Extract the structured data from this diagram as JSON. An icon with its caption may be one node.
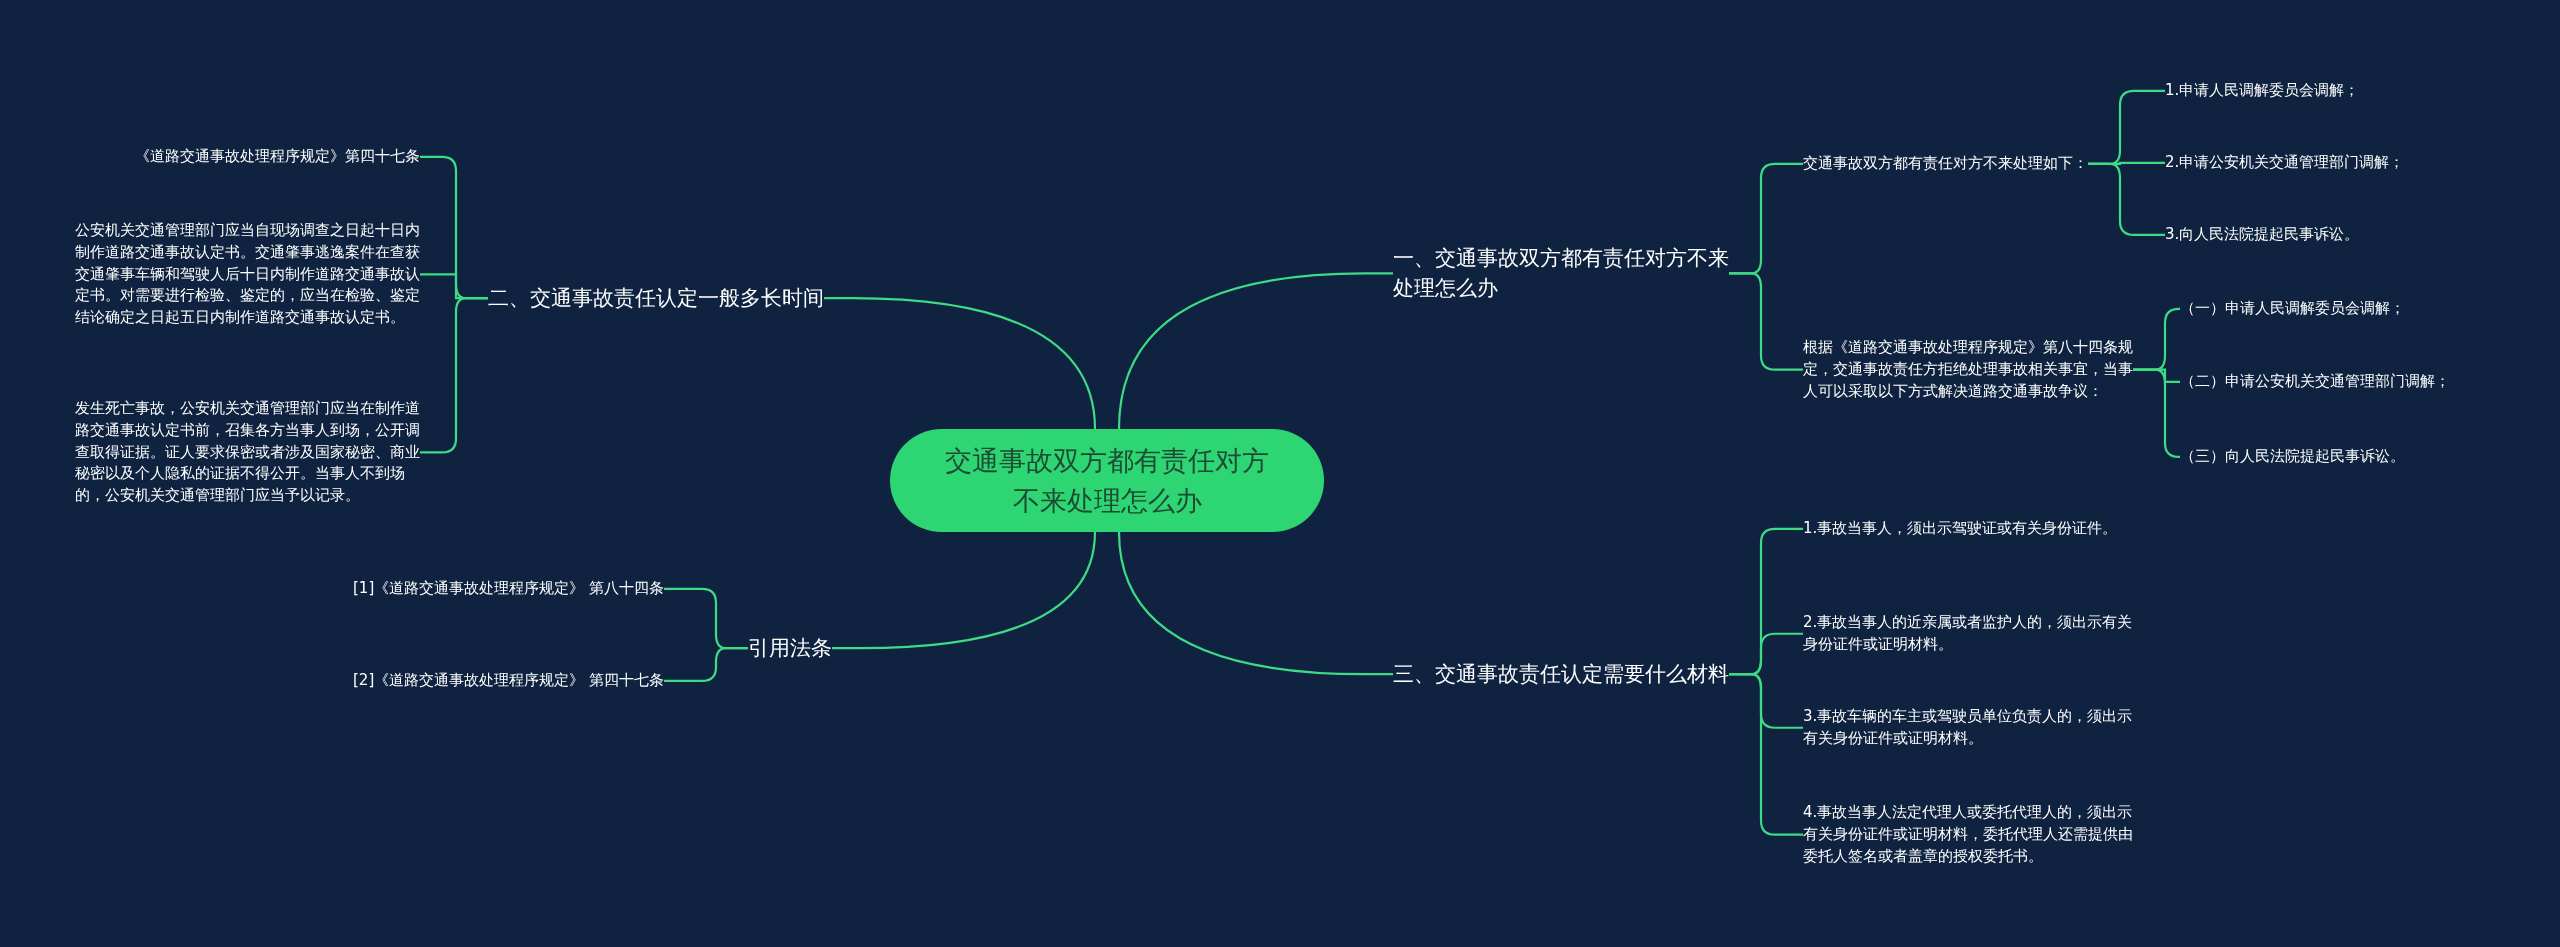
{
  "diagram": {
    "nodes": [
      {
        "text": [
          "交通事故双方都有责任对方不来处理怎么办"
        ]
      },
      {
        "text": [
          "一、交通事故双方都有责任对方不来处理怎么办"
        ]
      },
      {
        "text": [
          "交通事故双方都有责任对方不来处理如下："
        ]
      },
      {
        "text": [
          "1.申请人民调解委员会调解；"
        ]
      },
      {
        "text": [
          "2.申请公安机关交通管理部门调解；"
        ]
      },
      {
        "text": [
          "3.向人民法院提起民事诉讼。"
        ]
      },
      {
        "text": [
          "根据《道路交通事故处理程序规定》第八十四条规定，交通事故责任方拒绝处理事故相关事宜，当事人可以采取以下方式解决道路交通事故争议："
        ]
      },
      {
        "text": [
          "（一）申请人民调解委员会调解；"
        ]
      },
      {
        "text": [
          "（二）申请公安机关交通管理部门调解；"
        ]
      },
      {
        "text": [
          "（三）向人民法院提起民事诉讼。"
        ]
      },
      {
        "text": [
          "三、交通事故责任认定需要什么材料"
        ]
      },
      {
        "text": [
          "1.事故当事人，须出示驾驶证或有关身份证件。"
        ]
      },
      {
        "text": [
          "2.事故当事人的近亲属或者监护人的，须出示有关身份证件或证明材料。"
        ]
      },
      {
        "text": [
          "3.事故车辆的车主或驾驶员单位负责人的，须出示有关身份证件或证明材料。"
        ]
      },
      {
        "text": [
          "4.事故当事人法定代理人或委托代理人的，须出示有关身份证件或证明材料，委托代理人还需提供由委托人签名或者盖章的授权委托书。"
        ]
      },
      {
        "text": [
          "二、交通事故责任认定一般多长时间"
        ]
      },
      {
        "text": [
          "《道路交通事故处理程序规定》第四十七条"
        ]
      },
      {
        "text": [
          "公安机关交通管理部门应当自现场调查之日起十日内制作道路交通事故认定书。交通肇事逃逸案件在查获交通肇事车辆和驾驶人后十日内制作道路交通事故认定书。对需要进行检验、鉴定的，应当在检验、鉴定结论确定之日起五日内制作道路交通事故认定书。"
        ]
      },
      {
        "text": [
          "发生死亡事故，公安机关交通管理部门应当在制作道路交通事故认定书前，召集各方当事人到场，公开调查取得证据。证人要求保密或者涉及国家秘密、商业秘密以及个人隐私的证据不得公开。当事人不到场的，公安机关交通管理部门应当予以记录。"
        ]
      },
      {
        "text": [
          "引用法条"
        ]
      },
      {
        "text": [
          "[1]《道路交通事故处理程序规定》 第八十四条"
        ]
      },
      {
        "text": [
          "[2]《道路交通事故处理程序规定》 第四十七条"
        ]
      }
    ],
    "edges": [
      {
        "from": 0,
        "to": 1,
        "arrow": "none"
      },
      {
        "from": 1,
        "to": 2,
        "arrow": "none"
      },
      {
        "from": 2,
        "to": 3,
        "arrow": "none"
      },
      {
        "from": 2,
        "to": 4,
        "arrow": "none"
      },
      {
        "from": 2,
        "to": 5,
        "arrow": "none"
      },
      {
        "from": 1,
        "to": 6,
        "arrow": "none"
      },
      {
        "from": 6,
        "to": 7,
        "arrow": "none"
      },
      {
        "from": 6,
        "to": 8,
        "arrow": "none"
      },
      {
        "from": 6,
        "to": 9,
        "arrow": "none"
      },
      {
        "from": 0,
        "to": 10,
        "arrow": "none"
      },
      {
        "from": 10,
        "to": 11,
        "arrow": "none"
      },
      {
        "from": 10,
        "to": 12,
        "arrow": "none"
      },
      {
        "from": 10,
        "to": 13,
        "arrow": "none"
      },
      {
        "from": 10,
        "to": 14,
        "arrow": "none"
      },
      {
        "from": 0,
        "to": 15,
        "arrow": "none"
      },
      {
        "from": 15,
        "to": 16,
        "arrow": "none"
      },
      {
        "from": 15,
        "to": 17,
        "arrow": "none"
      },
      {
        "from": 15,
        "to": 18,
        "arrow": "none"
      },
      {
        "from": 0,
        "to": 19,
        "arrow": "none"
      },
      {
        "from": 19,
        "to": 20,
        "arrow": "none"
      },
      {
        "from": 19,
        "to": 21,
        "arrow": "none"
      }
    ]
  }
}
